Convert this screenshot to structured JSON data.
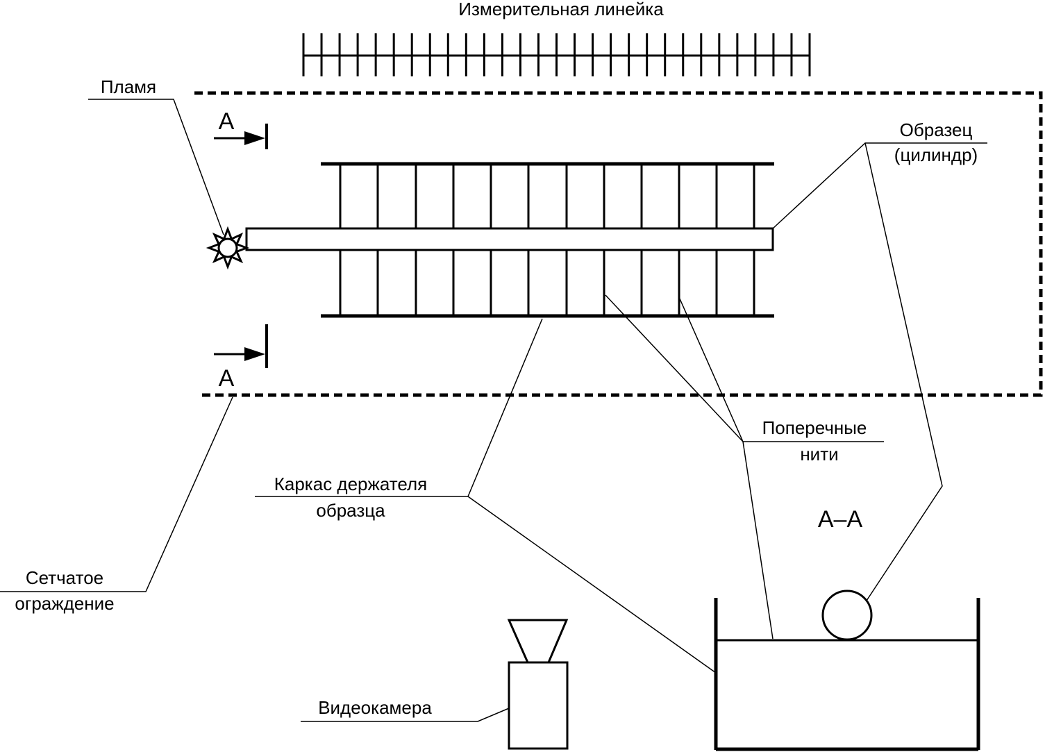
{
  "labels": {
    "ruler": "Измерительная линейка",
    "flame": "Пламя",
    "sample_line1": "Образец",
    "sample_line2": "(цилиндр)",
    "cross_threads_line1": "Поперечные",
    "cross_threads_line2": "нити",
    "frame_line1": "Каркас держателя",
    "frame_line2": "образца",
    "mesh_line1": "Сетчатое",
    "mesh_line2": "ограждение",
    "camera": "Видеокамера",
    "section_top": "А",
    "section_bottom": "А",
    "section_view": "А–А"
  },
  "colors": {
    "ink": "#000000",
    "background": "#ffffff"
  }
}
